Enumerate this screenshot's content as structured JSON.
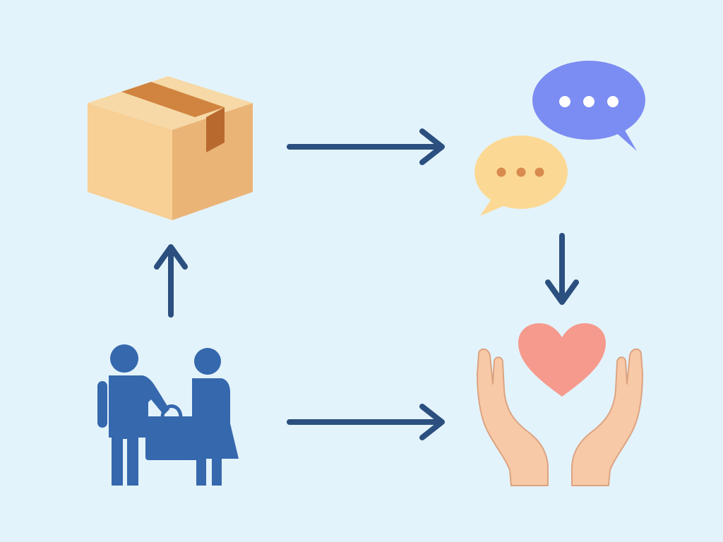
{
  "diagram": {
    "nodes": [
      {
        "id": "package",
        "icon": "package-box-icon"
      },
      {
        "id": "conversation",
        "icon": "chat-bubbles-icon"
      },
      {
        "id": "care",
        "icon": "hands-heart-icon"
      },
      {
        "id": "handover",
        "icon": "people-handing-bag-icon"
      }
    ],
    "edges": [
      {
        "from": "package",
        "to": "conversation"
      },
      {
        "from": "conversation",
        "to": "care"
      },
      {
        "from": "handover",
        "to": "care"
      },
      {
        "from": "handover",
        "to": "package"
      }
    ]
  },
  "colors": {
    "background": "#e3f3fb",
    "arrow": "#2b4f7f",
    "box_top": "#f6d9a6",
    "box_left": "#f8cf94",
    "box_right": "#eab477",
    "box_tape": "#d0843f",
    "bubble_blue": "#7b8cf2",
    "bubble_yellow": "#fbd995",
    "dots_yellow": "#d98a4e",
    "heart": "#f69a8e",
    "hands": "#f8c9a7",
    "hands_line": "#dca381",
    "people": "#3568ad"
  }
}
